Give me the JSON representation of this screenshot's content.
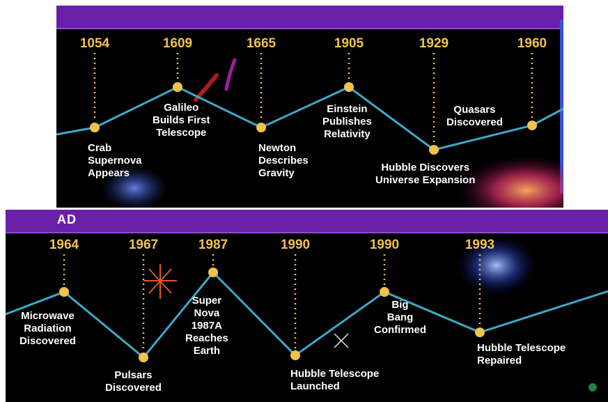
{
  "top": {
    "events": [
      {
        "year": "1054",
        "label": "Crab\nSupernova\nAppears"
      },
      {
        "year": "1609",
        "label": "Galileo\nBuilds First\nTelescope"
      },
      {
        "year": "1665",
        "label": "Newton\nDescribes\nGravity"
      },
      {
        "year": "1905",
        "label": "Einstein\nPublishes\nRelativity"
      },
      {
        "year": "1929",
        "label": "Hubble Discovers\nUniverse Expansion"
      },
      {
        "year": "1960",
        "label": "Quasars\nDiscovered"
      }
    ]
  },
  "bottom": {
    "band_label": "AD",
    "events": [
      {
        "year": "1964",
        "label": "Microwave\nRadiation\nDiscovered"
      },
      {
        "year": "1967",
        "label": "Pulsars\nDiscovered"
      },
      {
        "year": "1987",
        "label": "Super\nNova\n1987A\nReaches\nEarth"
      },
      {
        "year": "1990",
        "label": "Hubble Telescope\nLaunched"
      },
      {
        "year": "1990",
        "label": "Big\nBang\nConfirmed"
      },
      {
        "year": "1993",
        "label": "Hubble Telescope\nRepaired"
      }
    ]
  },
  "colors": {
    "band": "#6a1fa8",
    "line": "#3fa9c9",
    "dot": "#f2c24c",
    "year": "#f2c24c",
    "caption": "#ffffff",
    "background": "#000000"
  }
}
